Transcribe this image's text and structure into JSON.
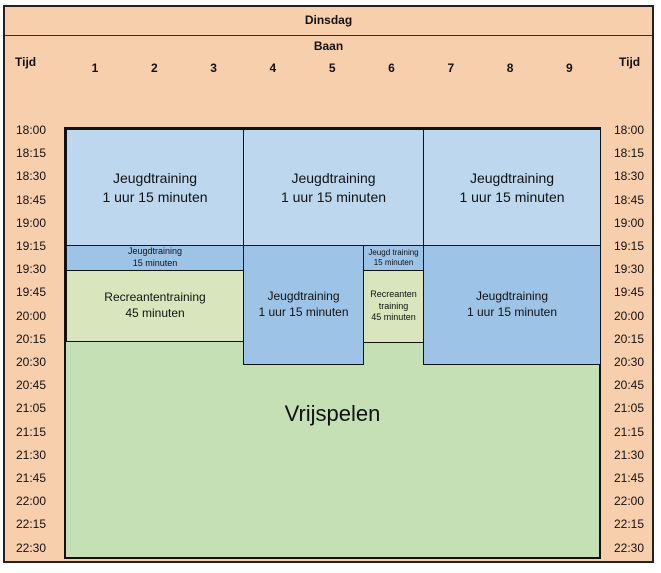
{
  "day": "Dinsdag",
  "lane_header": "Baan",
  "time_header": "Tijd",
  "lanes": [
    "1",
    "2",
    "3",
    "4",
    "5",
    "6",
    "7",
    "8",
    "9"
  ],
  "times": [
    "18:00",
    "18:15",
    "18:30",
    "18:45",
    "19:00",
    "19:15",
    "19:30",
    "19:45",
    "20:00",
    "20:15",
    "20:30",
    "20:45",
    "21:05",
    "21:15",
    "21:30",
    "21:45",
    "22:00",
    "22:15",
    "22:30"
  ],
  "blocks": {
    "jeugd_1_3": {
      "title": "Jeugdtraining",
      "duration": "1 uur 15 minuten"
    },
    "jeugd_4_6": {
      "title": "Jeugdtraining",
      "duration": "1 uur 15 minuten"
    },
    "jeugd_7_9": {
      "title": "Jeugdtraining",
      "duration": "1 uur 15 minuten"
    },
    "jeugd15_1_3": {
      "title": "Jeugdtraining",
      "duration": "15 minuten"
    },
    "jeugd15_6": {
      "title": "Jeugd training",
      "duration": "15 minuten"
    },
    "rec_1_3": {
      "title": "Recreantentraining",
      "duration": "45 minuten"
    },
    "rec_6": {
      "title1": "Recreanten",
      "title2": "training",
      "duration": "45 minuten"
    },
    "jeugd_4_5b": {
      "title": "Jeugdtraining",
      "duration": "1 uur 15 minuten"
    },
    "jeugd_7_9b": {
      "title": "Jeugdtraining",
      "duration": "1 uur 15 minuten"
    },
    "free": {
      "title": "Vrijspelen"
    }
  },
  "colors": {
    "header": "#f8cfac",
    "light_blue": "#bdd7ee",
    "blue": "#9dc3e6",
    "recreant": "#d9e6bd",
    "free": "#c5e0b4"
  }
}
